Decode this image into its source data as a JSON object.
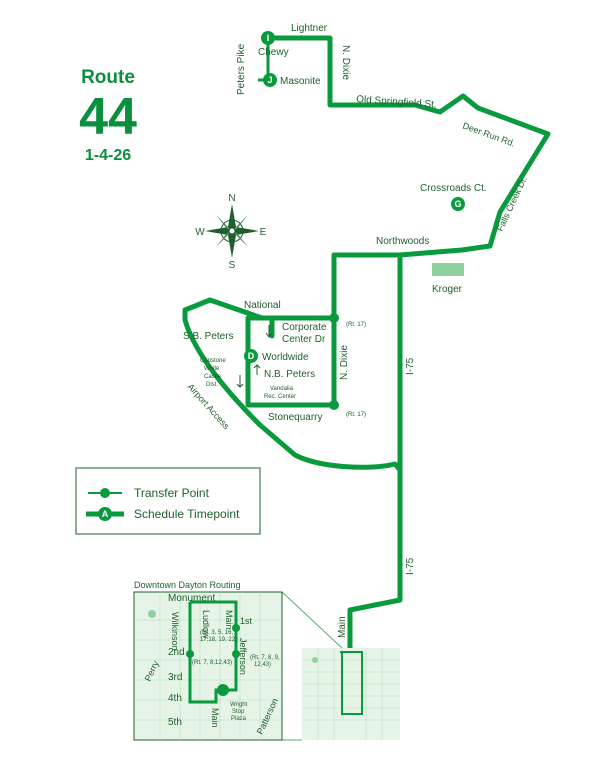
{
  "header": {
    "route_word": "Route",
    "route_number": "44",
    "effective_date": "1-4-26"
  },
  "compass": {
    "n": "N",
    "s": "S",
    "e": "E",
    "w": "W"
  },
  "streets": {
    "lightner": "Lightner",
    "peters_pike": "Peters Pike",
    "chewy": "Chewy",
    "masonite": "Masonite",
    "n_dixie_north": "N. Dixie",
    "old_springfield": "Old Springfield St.",
    "deer_run": "Deer Run Rd.",
    "crossroads": "Crossroads Ct.",
    "falls_creek": "Falls Creek Dr.",
    "northwoods": "Northwoods",
    "kroger": "Kroger",
    "national": "National",
    "sb_peters": "S.B. Peters",
    "corporate_1": "Corporate",
    "corporate_2": "Center Dr",
    "rt17_a": "(Rt. 17)",
    "worldwide": "Worldwide",
    "capstone_1": "Capstone",
    "capstone_2": "White",
    "capstone_3": "Castle",
    "capstone_4": "Dist.",
    "nb_peters": "N.B. Peters",
    "n_dixie_south": "N. Dixie",
    "vandalia_1": "Vandalia",
    "vandalia_2": "Rec. Center",
    "airport_access": "Airport Access",
    "stonequarry": "Stonequarry",
    "rt17_b": "(Rt. 17)",
    "i75_upper": "I-75",
    "i75_lower": "I-75",
    "main": "Main"
  },
  "timepoints": {
    "I": "I",
    "J": "J",
    "G": "G",
    "D": "D"
  },
  "legend": {
    "transfer": "Transfer Point",
    "schedule": "Schedule Timepoint",
    "schedule_letter": "A"
  },
  "inset": {
    "title": "Downtown Dayton Routing",
    "monument": "Monument",
    "wilkinson": "Wilkinson",
    "ludlow": "Ludlow",
    "main_top": "Main",
    "first": "1st",
    "routes_top_1": "(Rt. 3, 5, 16,",
    "routes_top_2": "17,18, 19, 22)",
    "jefferson": "Jefferson",
    "second": "2nd",
    "routes_left": "(Rt. 7, 8,12,43)",
    "routes_right_1": "(Rt. 7, 8, 9,",
    "routes_right_2": "12,43)",
    "third": "3rd",
    "fourth": "4th",
    "fifth": "5th",
    "main_bottom": "Main",
    "wright_1": "Wright",
    "wright_2": "Stop",
    "wright_3": "Plaza",
    "perry": "Perry",
    "patterson": "Patterson"
  },
  "colors": {
    "route": "#0a9a3e",
    "inset_bg": "#e6f4e8",
    "kroger": "#8fd2a0"
  }
}
